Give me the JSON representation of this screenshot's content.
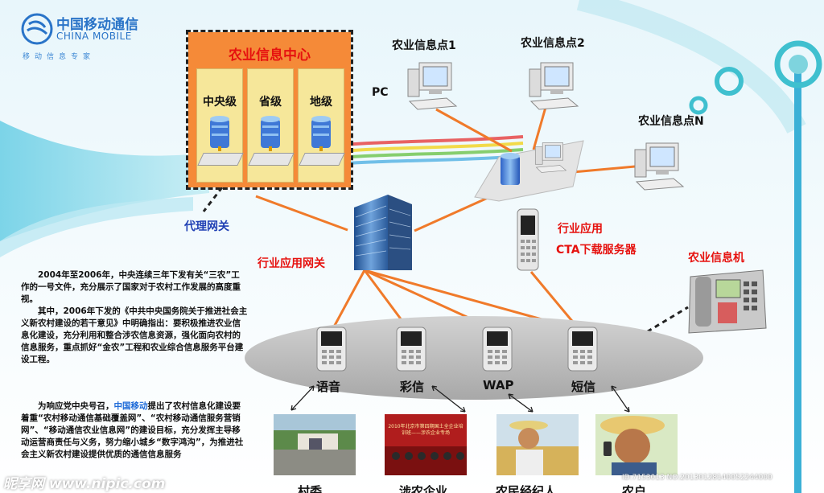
{
  "brand": {
    "name_cn": "中国移动通信",
    "name_en": "CHINA MOBILE",
    "tagline": "移动信息专家"
  },
  "center": {
    "title": "农业信息中心",
    "levels": [
      "中央级",
      "省级",
      "地级"
    ]
  },
  "nodes": {
    "pc": "PC",
    "point1": "农业信息点1",
    "point2": "农业信息点2",
    "pointN": "农业信息点N",
    "proxy_gateway": "代理网关",
    "industry_gateway": "行业应用网关",
    "industry_app": "行业应用",
    "cta_server": "CTA下载服务器",
    "ag_terminal": "农业信息机"
  },
  "services": [
    "语音",
    "彩信",
    "WAP",
    "短信"
  ],
  "recipients": [
    "村委",
    "涉农企业",
    "农民经纪人",
    "农户"
  ],
  "paragraphs": {
    "p1": "2004年至2006年，中央连续三年下发有关“三农”工作的一号文件，充分展示了国家对于农村工作发展的高度重视。",
    "p2": "其中，2006年下发的《中共中央国务院关于推进社会主义新农村建设的若干意见》中明确指出：要积极推进农业信息化建设，充分利用和整合涉农信息资源，强化面向农村的信息服务，重点抓好“金农”工程和农业综合信息服务平台建设工程。",
    "p3_before": "为响应党中央号召，",
    "p3_highlight": "中国移动",
    "p3_after": "提出了农村信息化建设要着重“农村移动通信基础覆盖网”、“农村移动通信服务营销网”、“移动通信农业信息网”的建设目标，充分发挥主导移动运营商责任与义务，努力缩小城乡“数字鸿沟”，为推进社会主义新农村建设提供优质的通信信息服务"
  },
  "photo_banner": "2010年北京市第四期国土全企业培训班——涉农企业专场",
  "watermark": {
    "left": "昵享网 www.nipic.com",
    "right": "ID:7153013 NO:20130128140052244000"
  },
  "colors": {
    "accent_red": "#e6120f",
    "accent_blue": "#1f3fb4",
    "center_orange": "#f58a38",
    "connector_orange": "#f07a2a",
    "ellipse_gray": "#b9b9b9"
  }
}
